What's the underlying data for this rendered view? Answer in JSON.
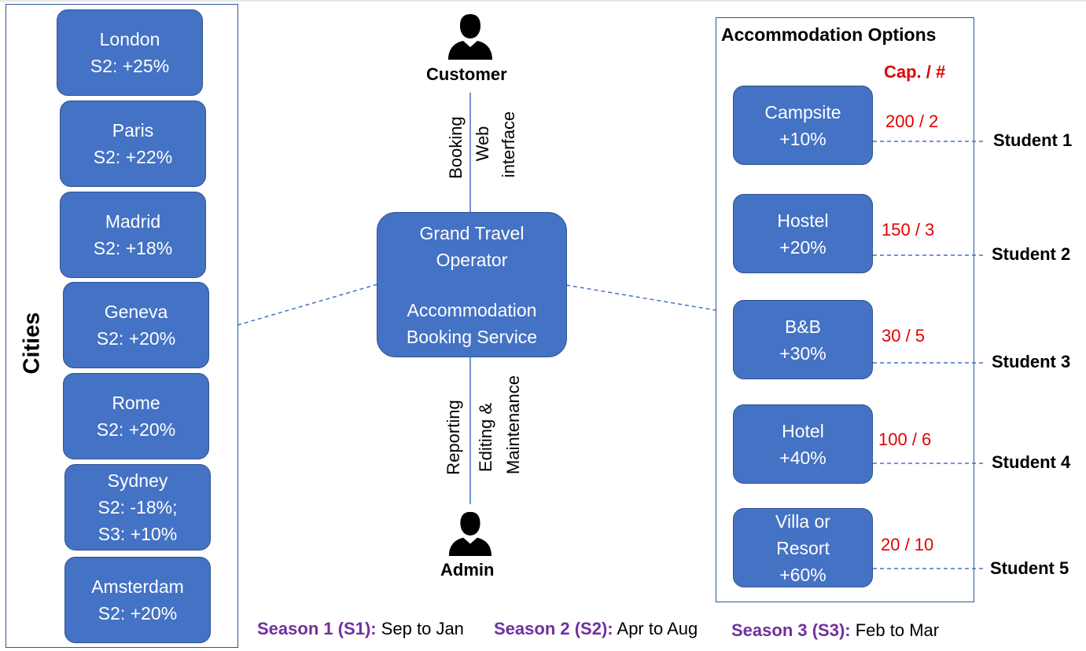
{
  "cities": {
    "label": "Cities",
    "items": [
      {
        "name": "London",
        "info": "S2: +25%"
      },
      {
        "name": "Paris",
        "info": "S2: +22%"
      },
      {
        "name": "Madrid",
        "info": "S2: +18%"
      },
      {
        "name": "Geneva",
        "info": "S2: +20%"
      },
      {
        "name": "Rome",
        "info": "S2: +20%"
      },
      {
        "name": "Sydney",
        "info": "S2: -18%;",
        "info2": "S3: +10%"
      },
      {
        "name": "Amsterdam",
        "info": "S2: +20%"
      }
    ]
  },
  "center": {
    "customer_label": "Customer",
    "admin_label": "Admin",
    "booking_label": "Booking",
    "web_interface_label_1": "Web",
    "web_interface_label_2": "interface",
    "reporting_label": "Reporting",
    "editing_label_1": "Editing &",
    "editing_label_2": "Maintenance",
    "service_line1": "Grand Travel",
    "service_line2": "Operator",
    "service_line3": "Accommodation",
    "service_line4": "Booking Service"
  },
  "accommodation": {
    "title": "Accommodation Options",
    "cap_header": "Cap. / #",
    "items": [
      {
        "name": "Campsite",
        "info": "+10%",
        "cap": "200 / 2",
        "student": "Student 1"
      },
      {
        "name": "Hostel",
        "info": "+20%",
        "cap": "150 / 3",
        "student": "Student 2"
      },
      {
        "name": "B&B",
        "info": "+30%",
        "cap": "30 / 5",
        "student": "Student 3"
      },
      {
        "name": "Hotel",
        "info": "+40%",
        "cap": "100 / 6",
        "student": "Student 4"
      },
      {
        "name": "Villa or",
        "name2": "Resort",
        "info": "+60%",
        "cap": "20 / 10",
        "student": "Student 5"
      }
    ]
  },
  "seasons": [
    {
      "label": "Season 1 (S1):",
      "range": "Sep to Jan"
    },
    {
      "label": "Season 2 (S2):",
      "range": "Apr to Aug"
    },
    {
      "label": "Season 3 (S3):",
      "range": "Feb to Mar"
    }
  ],
  "colors": {
    "box_fill": "#4472c4",
    "box_border": "#2f528f",
    "panel_border": "#2f5597",
    "capacity_text": "#e00000",
    "season_label": "#7030a0"
  },
  "icons": {
    "customer": "person-silhouette-icon",
    "admin": "person-silhouette-icon"
  }
}
